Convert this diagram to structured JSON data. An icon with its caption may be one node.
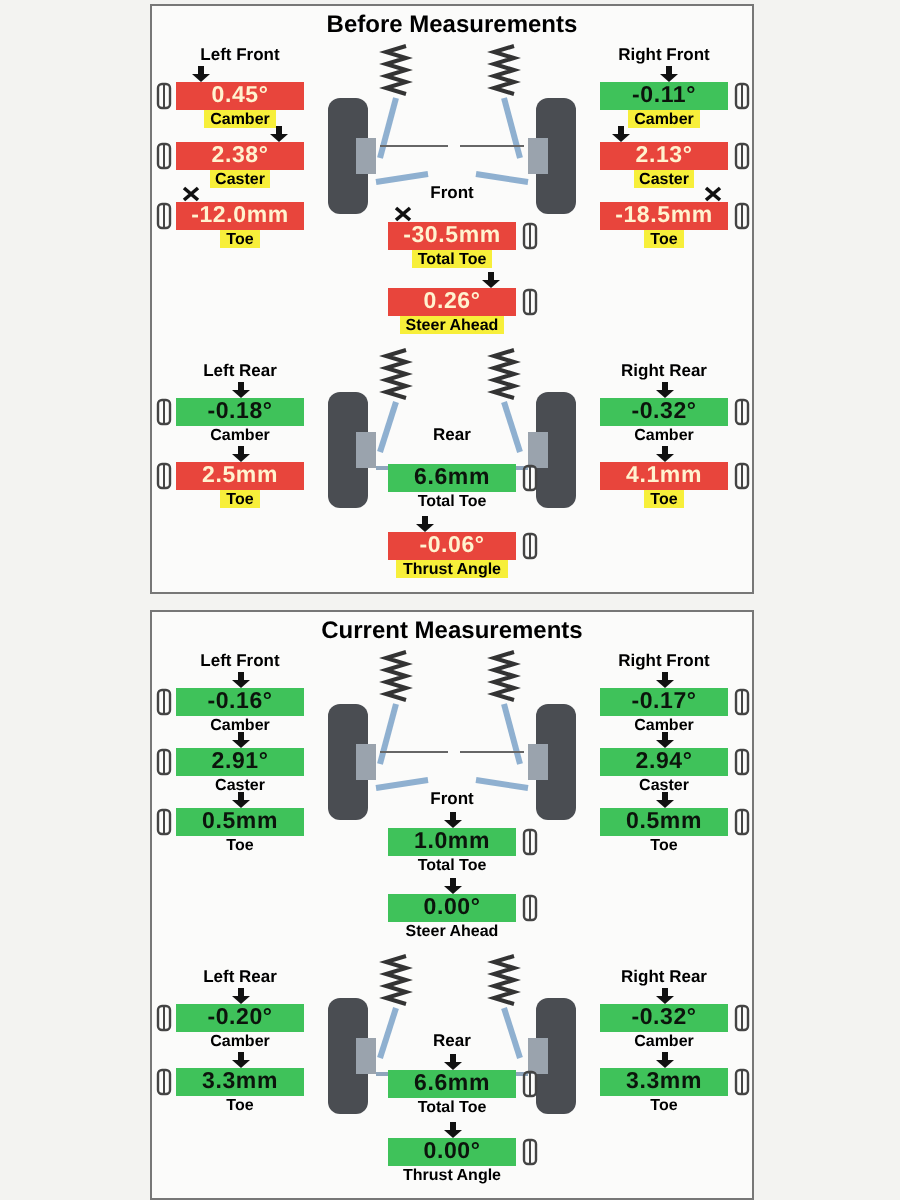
{
  "diagram": {
    "nodes": [
      {
        "text": [
          "Before Measurements"
        ]
      },
      {
        "text": [
          "0.45°",
          "Camber"
        ],
        "in": 0
      },
      {
        "text": [
          "2.38°",
          "Caster"
        ],
        "in": 0
      },
      {
        "text": [
          "-12.0mm",
          "Toe"
        ],
        "in": 0
      },
      {
        "text": [
          "-0.11°",
          "Camber"
        ],
        "in": 0
      },
      {
        "text": [
          "2.13°",
          "Caster"
        ],
        "in": 0
      },
      {
        "text": [
          "-18.5mm",
          "Toe"
        ],
        "in": 0
      },
      {
        "text": [
          "-30.5mm",
          "Total Toe"
        ],
        "in": 0
      },
      {
        "text": [
          "0.26°",
          "Steer Ahead"
        ],
        "in": 0
      },
      {
        "text": [
          "-0.18°",
          "Camber"
        ],
        "in": 0
      },
      {
        "text": [
          "2.5mm",
          "Toe"
        ],
        "in": 0
      },
      {
        "text": [
          "-0.32°",
          "Camber"
        ],
        "in": 0
      },
      {
        "text": [
          "4.1mm",
          "Toe"
        ],
        "in": 0
      },
      {
        "text": [
          "6.6mm",
          "Total Toe"
        ],
        "in": 0
      },
      {
        "text": [
          "-0.06°",
          "Thrust Angle"
        ],
        "in": 0
      },
      {
        "text": [
          "Current Measurements"
        ]
      },
      {
        "text": [
          "-0.16°",
          "Camber"
        ],
        "in": 15
      },
      {
        "text": [
          "2.91°",
          "Caster"
        ],
        "in": 15
      },
      {
        "text": [
          "0.5mm",
          "Toe"
        ],
        "in": 15
      },
      {
        "text": [
          "-0.17°",
          "Camber"
        ],
        "in": 15
      },
      {
        "text": [
          "2.94°",
          "Caster"
        ],
        "in": 15
      },
      {
        "text": [
          "0.5mm",
          "Toe"
        ],
        "in": 15
      },
      {
        "text": [
          "1.0mm",
          "Total Toe"
        ],
        "in": 15
      },
      {
        "text": [
          "0.00°",
          "Steer Ahead"
        ],
        "in": 15
      },
      {
        "text": [
          "-0.20°",
          "Camber"
        ],
        "in": 15
      },
      {
        "text": [
          "3.3mm",
          "Toe"
        ],
        "in": 15
      },
      {
        "text": [
          "-0.32°",
          "Camber"
        ],
        "in": 15
      },
      {
        "text": [
          "3.3mm",
          "Toe"
        ],
        "in": 15
      },
      {
        "text": [
          "6.6mm",
          "Total Toe"
        ],
        "in": 15
      },
      {
        "text": [
          "0.00°",
          "Thrust Angle"
        ],
        "in": 15
      }
    ],
    "labels": [
      "Left Front",
      "Right Front",
      "Front",
      "Left Rear",
      "Right Rear",
      "Rear",
      "Left Front",
      "Right Front",
      "Front",
      "Left Rear",
      "Right Rear",
      "Rear"
    ]
  }
}
